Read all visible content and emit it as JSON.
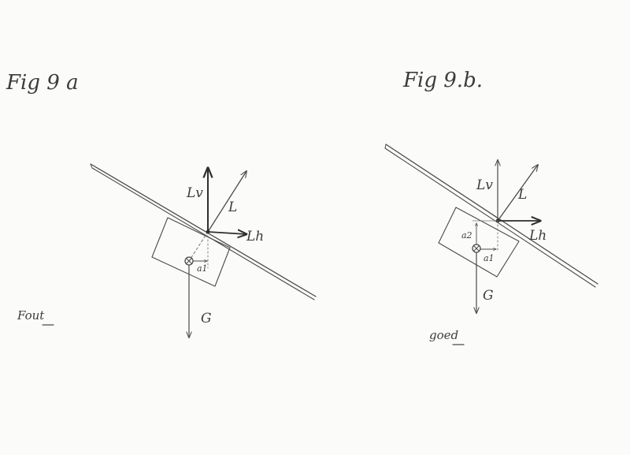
{
  "figure_a": {
    "title": "Fig 9 a",
    "labels": {
      "lift": "L",
      "lift_vertical": "Lv",
      "lift_horizontal": "Lh",
      "weight": "G",
      "offset": "a1"
    },
    "verdict": "Fout"
  },
  "figure_b": {
    "title": "Fig 9.b.",
    "labels": {
      "lift": "L",
      "lift_vertical": "Lv",
      "lift_horizontal": "Lh",
      "weight": "G",
      "offset_horizontal": "a1",
      "offset_vertical": "a2"
    },
    "verdict": "goed"
  },
  "colors": {
    "paper": "#fbfbf9",
    "pencil": "#4a4a4a"
  }
}
